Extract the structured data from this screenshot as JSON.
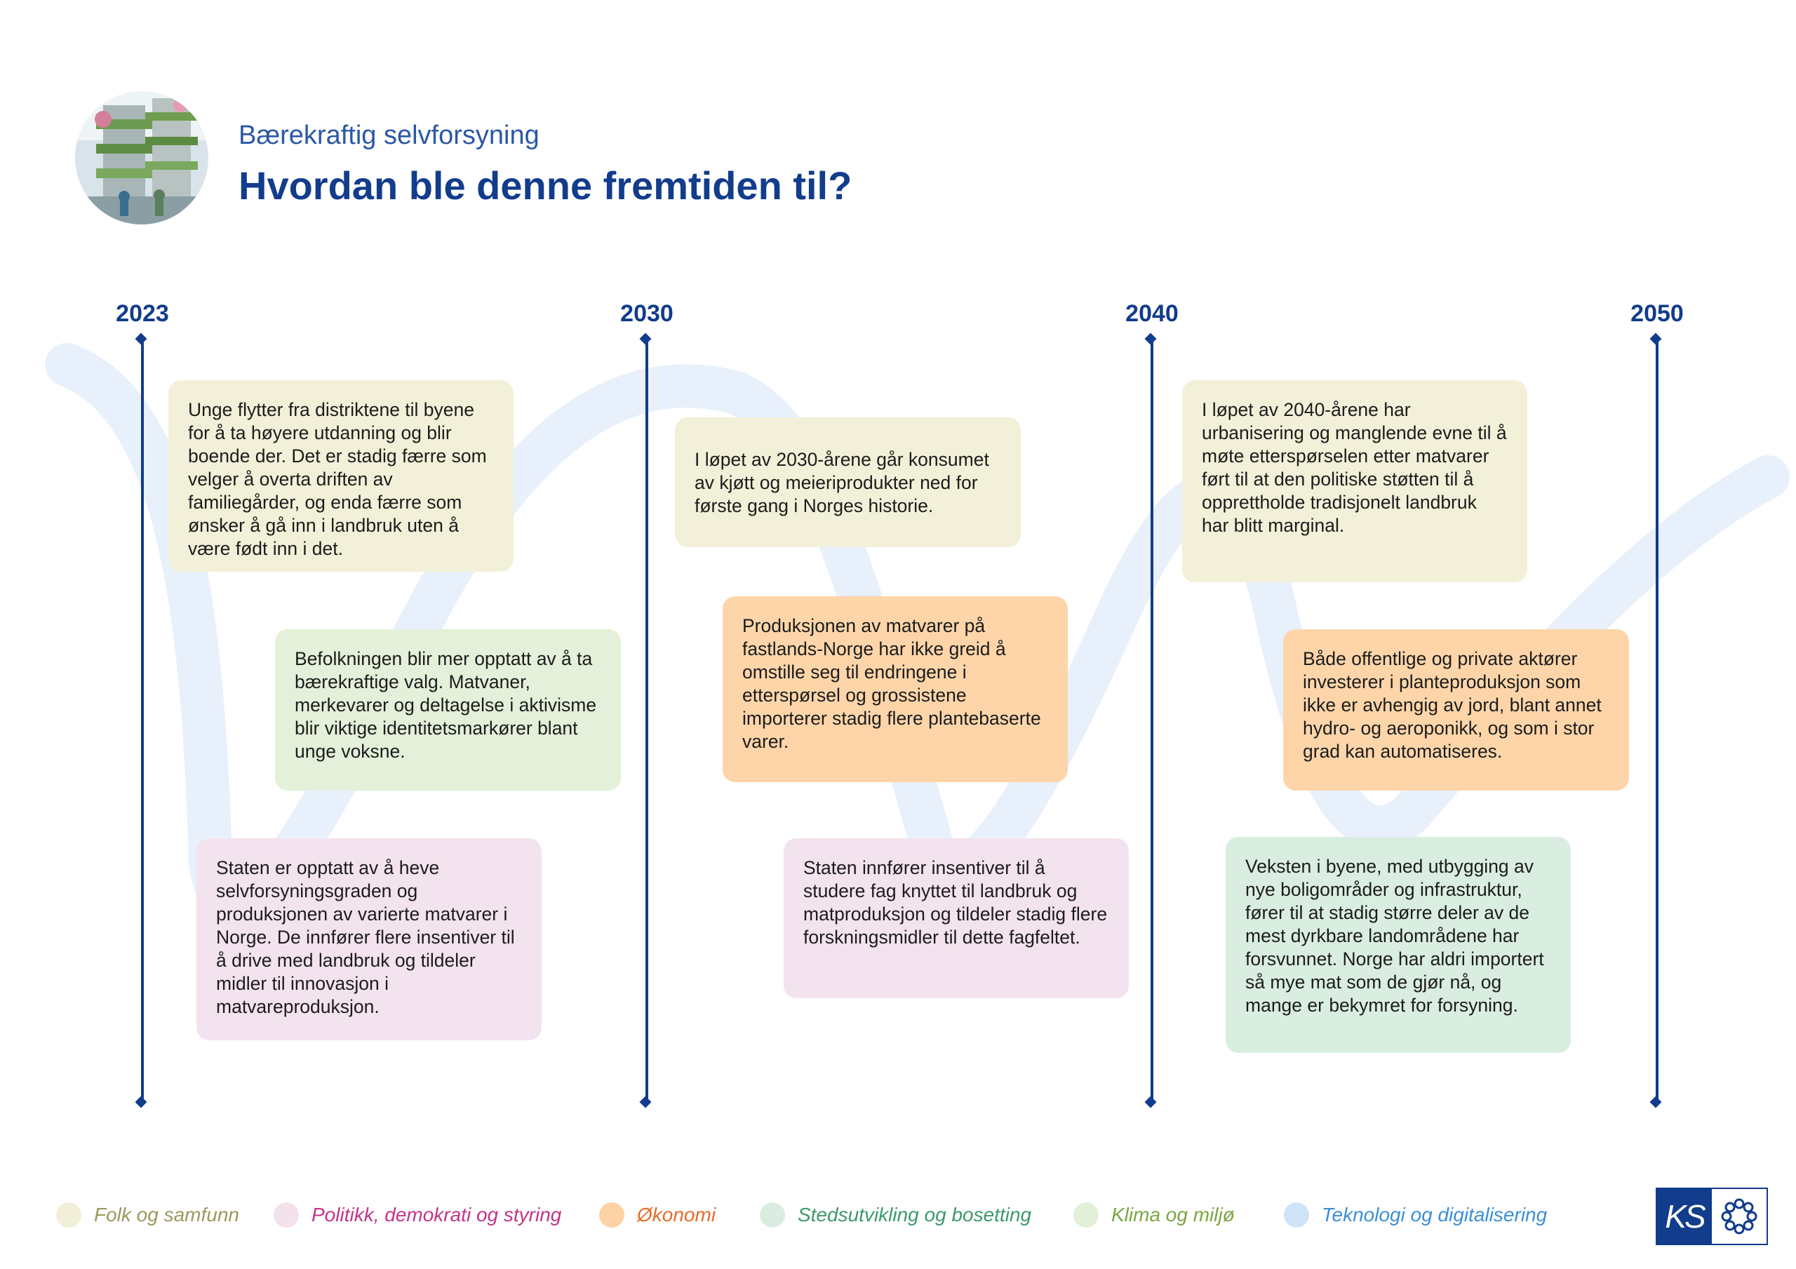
{
  "header": {
    "subtitle": "Bærekraftig selvforsyning",
    "title": "Hvordan ble denne fremtiden til?"
  },
  "timeline": {
    "years": [
      "2023",
      "2030",
      "2040",
      "2050"
    ]
  },
  "cards": [
    {
      "text": "Unge flytter fra distriktene til byene for å ta høyere utdanning og blir boende der. Det er stadig færre som velger å overta driften av familiegårder, og enda færre som ønsker å gå inn i landbruk uten å være født inn i det.",
      "category": "Folk og samfunn"
    },
    {
      "text": "Befolkningen blir mer opptatt av å ta bærekraftige valg. Matvaner, merkevarer og deltagelse i aktivisme blir viktige identitetsmarkører blant unge voksne.",
      "category": "Klima og miljø"
    },
    {
      "text": "Staten er opptatt av å heve selvforsyningsgraden og produksjonen av varierte matvarer i Norge. De innfører flere insentiver til å drive med landbruk og tildeler midler til innovasjon i matvareproduksjon.",
      "category": "Politikk, demokrati og styring"
    },
    {
      "text": "I løpet av 2030-årene går konsumet av kjøtt og meieriprodukter ned for første gang i Norges historie.",
      "category": "Folk og samfunn"
    },
    {
      "text": "Produksjonen av matvarer på fastlands-Norge har ikke greid å omstille seg til endringene i etterspørsel og grossistene importerer stadig flere plantebaserte varer.",
      "category": "Økonomi"
    },
    {
      "text": "Staten innfører insentiver til å studere fag knyttet til landbruk og matproduksjon og tildeler stadig flere forskningsmidler til dette fagfeltet.",
      "category": "Politikk, demokrati og styring"
    },
    {
      "text": "I løpet av 2040-årene har urbanisering og manglende evne til å møte etterspørselen etter matvarer ført til at den politiske støtten til å opprettholde tradisjonelt landbruk har blitt marginal.",
      "category": "Folk og samfunn"
    },
    {
      "text": "Både offentlige og private aktører investerer i planteproduksjon som ikke er avhengig av jord, blant annet hydro- og aeroponikk, og som i stor grad kan automatiseres.",
      "category": "Økonomi"
    },
    {
      "text": "Veksten i byene, med utbygging av nye boligområder og infrastruktur, fører til at stadig større deler av de mest dyrkbare landområdene har forsvunnet. Norge har aldri importert så mye mat som de gjør nå, og mange er bekymret for forsyning.",
      "category": "Stedsutvikling og bosetting"
    }
  ],
  "legend": [
    {
      "label": "Folk og samfunn",
      "dot": "#f1efd7",
      "text_color": "#9a9a5c"
    },
    {
      "label": "Politikk, demokrati og styring",
      "dot": "#f3e1ec",
      "text_color": "#c2358a"
    },
    {
      "label": "Økonomi",
      "dot": "#fdd3a6",
      "text_color": "#e46c2a"
    },
    {
      "label": "Stedsutvikling og bosetting",
      "dot": "#d9eee1",
      "text_color": "#3c9a6a"
    },
    {
      "label": "Klima og miljø",
      "dot": "#e3f0d8",
      "text_color": "#7aa642"
    },
    {
      "label": "Teknologi og digitalisering",
      "dot": "#cfe4f8",
      "text_color": "#3b8fd6"
    }
  ],
  "logo": {
    "text": "KS"
  },
  "icons": {
    "header_image": "vertical-farm-illustration",
    "logo_ring": "ring-icon"
  }
}
